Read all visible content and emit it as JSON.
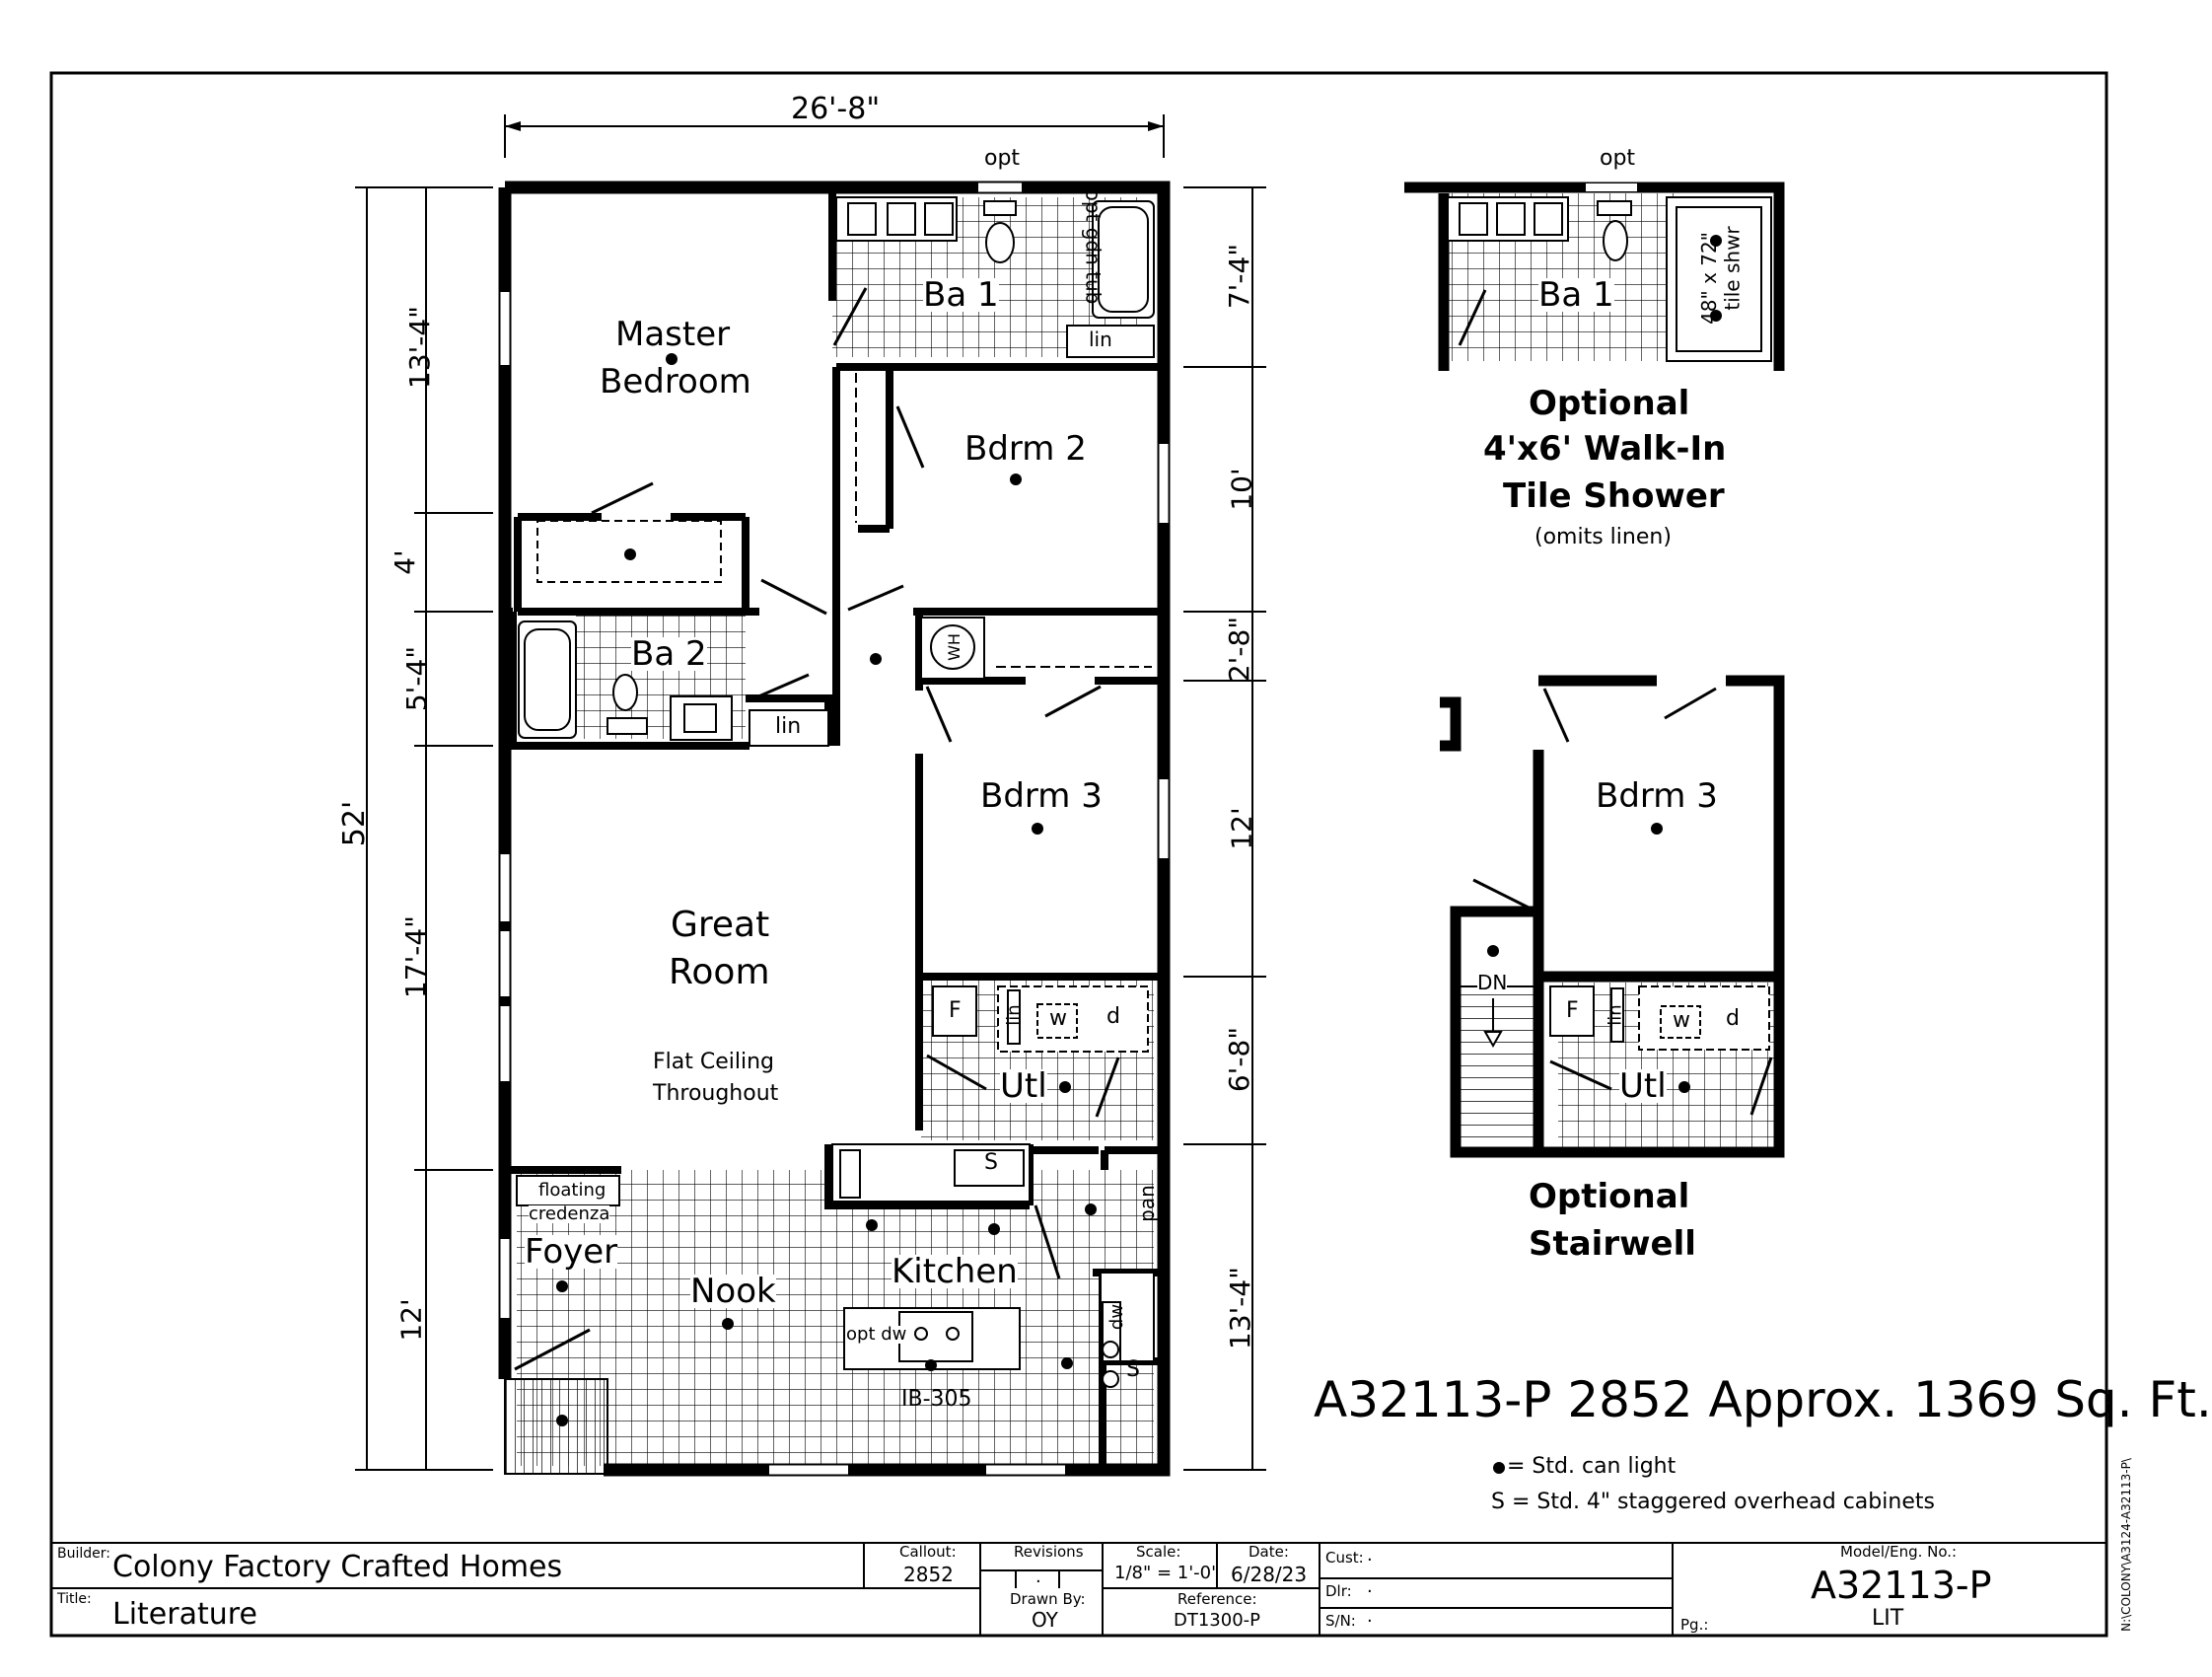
{
  "dimensions": {
    "width": "26'-8\"",
    "total_length": "52'",
    "left": [
      "13'-4\"",
      "4'",
      "5'-4\"",
      "17'-4\"",
      "12'"
    ],
    "right": [
      "7'-4\"",
      "10'",
      "2'-8\"",
      "12'",
      "6'-8\"",
      "13'-4\""
    ]
  },
  "rooms": {
    "master_line1": "Master",
    "master_line2": "Bedroom",
    "ba1": "Ba 1",
    "bdrm2": "Bdrm 2",
    "ba2": "Ba 2",
    "bdrm3": "Bdrm 3",
    "great_line1": "Great",
    "great_line2": "Room",
    "ceiling_line1": "Flat Ceiling",
    "ceiling_line2": "Throughout",
    "utl": "Utl",
    "kitchen": "Kitchen",
    "nook": "Nook",
    "foyer": "Foyer",
    "floating": "floating",
    "credenza": "credenza",
    "ib": "IB-305",
    "opt_dw": "opt dw",
    "pan": "pan",
    "dw": "dw",
    "opt": "opt",
    "lin": "lin",
    "opt_tub": "opt gdn tub",
    "wh": "WH",
    "f": "F",
    "w": "w",
    "d": "d",
    "s": "S"
  },
  "optional_shower": {
    "title_line1": "Optional",
    "title_line2": "4'x6' Walk-In",
    "title_line3": "Tile Shower",
    "note": "(omits linen)",
    "opt": "opt",
    "ba1": "Ba 1",
    "shower_line1": "48\" x 72\"",
    "shower_line2": "tile shwr"
  },
  "optional_stairwell": {
    "title_line1": "Optional",
    "title_line2": "Stairwell",
    "bdrm3": "Bdrm 3",
    "utl": "Utl",
    "dn": "DN",
    "f": "F",
    "w": "w",
    "d": "d",
    "lin": "lin"
  },
  "model_heading": "A32113-P 2852  Approx. 1369 Sq. Ft.",
  "legend": {
    "can_light": "= Std. can light",
    "cabinets": "S = Std. 4\" staggered overhead cabinets"
  },
  "file_path": "N:\\COLONY\\A3124-A32113-P\\",
  "title_block": {
    "builder_label": "Builder:",
    "builder": "Colony Factory Crafted Homes",
    "title_label": "Title:",
    "title": "Literature",
    "callout_label": "Callout:",
    "callout": "2852",
    "revisions_label": "Revisions",
    "revisions": ".",
    "drawn_by_label": "Drawn By:",
    "drawn_by": "OY",
    "scale_label": "Scale:",
    "scale": "1/8\" = 1'-0\"",
    "date_label": "Date:",
    "date": "6/28/23",
    "reference_label": "Reference:",
    "reference": "DT1300-P",
    "cust_label": "Cust:",
    "cust": ".",
    "dlr_label": "Dlr:",
    "dlr": ".",
    "sn_label": "S/N:",
    "sn": ".",
    "model_label": "Model/Eng. No.:",
    "model": "A32113-P",
    "pg_label": "Pg.:",
    "lit": "LIT"
  }
}
